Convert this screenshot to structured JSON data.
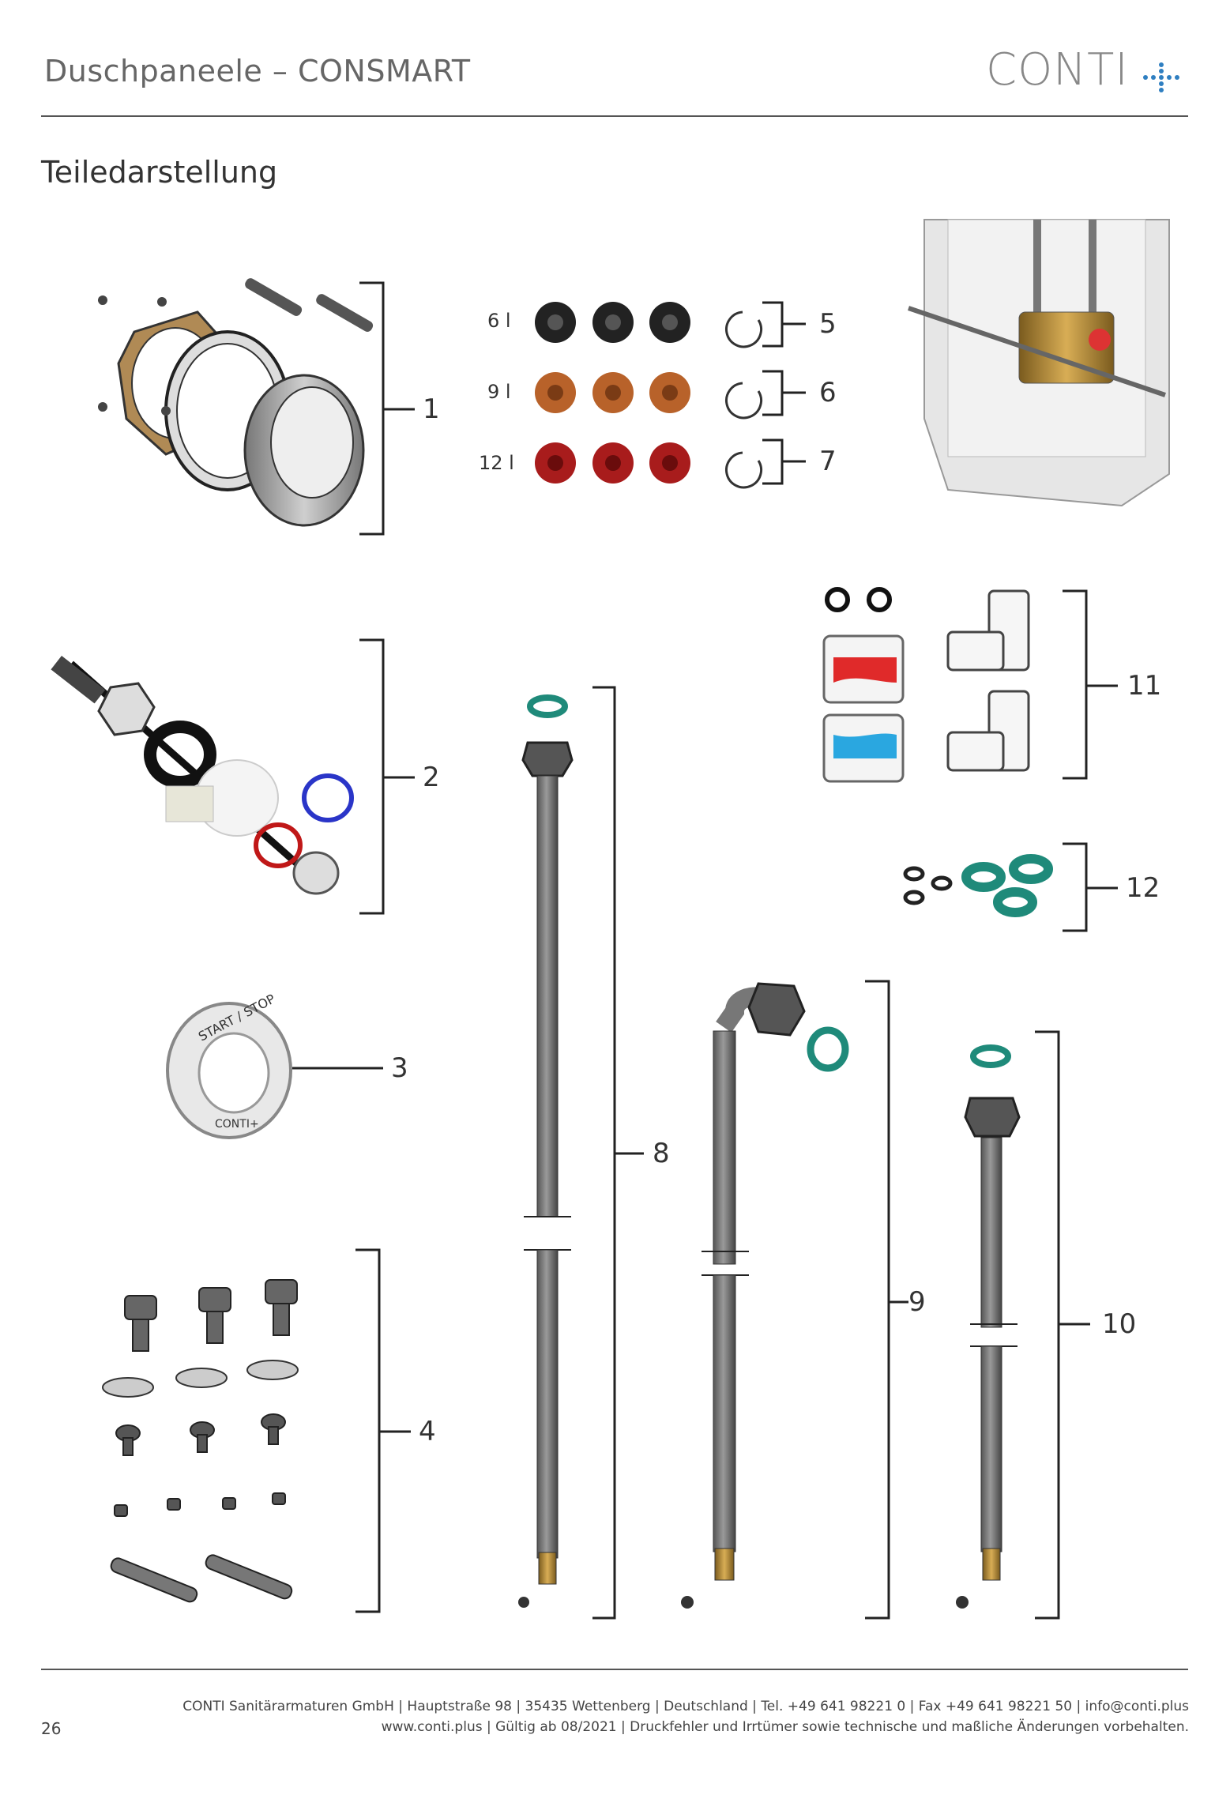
{
  "header": {
    "title": "Duschpaneele – CONSMART",
    "logo_text": "CONTI",
    "logo_accent": "#2f7fc1"
  },
  "section_title": "Teiledarstellung",
  "part_numbers": [
    "1",
    "2",
    "3",
    "4",
    "5",
    "6",
    "7",
    "8",
    "9",
    "10",
    "11",
    "12"
  ],
  "cartridge_labels": [
    "6 l",
    "9 l",
    "12 l"
  ],
  "stop_ring_text": {
    "top": "START / STOP",
    "bottom": "CONTI+"
  },
  "footer": {
    "page_number": "26",
    "line1": "CONTI Sanitärarmaturen GmbH | Hauptstraße 98 | 35435 Wettenberg | Deutschland | Tel. +49 641 98221 0 | Fax +49 641 98221 50 | info@conti.plus",
    "line2": "www.conti.plus | Gültig ab 08/2021 | Druckfehler und Irrtümer sowie technische und maßliche Änderungen vorbehalten."
  },
  "colors": {
    "cartridge_6l": "#222222",
    "cartridge_9l": "#b8622a",
    "cartridge_12l": "#a81c1c",
    "hot": "#e02a2a",
    "cold": "#2aa7e0",
    "seal_green": "#1f8a7a"
  }
}
